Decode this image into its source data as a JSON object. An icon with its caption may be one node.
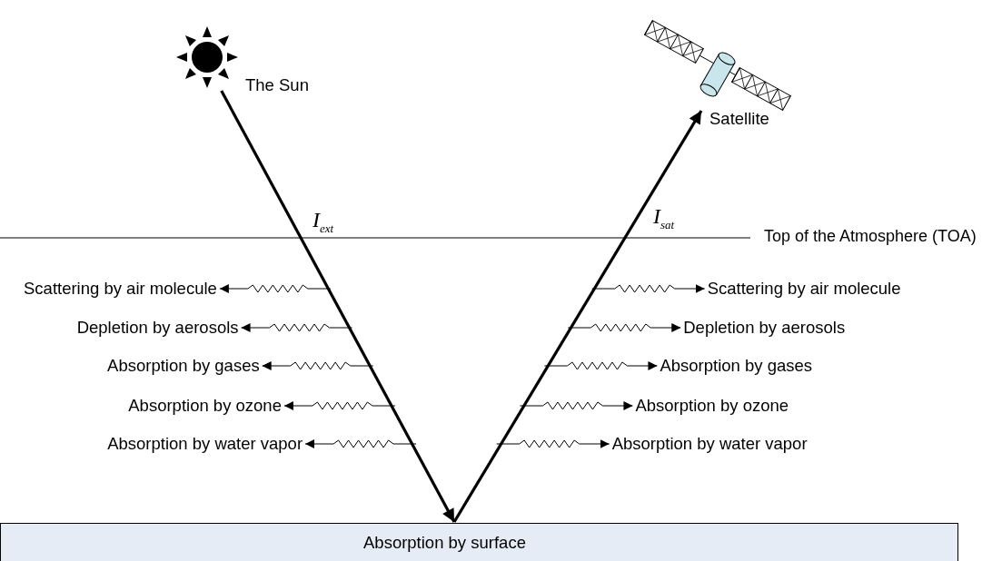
{
  "diagram": {
    "nodes": [
      {
        "text": [],
        "shape": "picture",
        "beside": [
          "The Sun"
        ]
      },
      {
        "text": [],
        "shape": "picture",
        "beside": [
          "Satellite"
        ]
      },
      {
        "text": [
          "Absorption by surface"
        ]
      },
      {
        "text": [
          "Scattering by air molecule"
        ]
      },
      {
        "text": [
          "Depletion by aerosols"
        ]
      },
      {
        "text": [
          "Absorption by gases"
        ]
      },
      {
        "text": [
          "Absorption by ozone"
        ]
      },
      {
        "text": [
          "Absorption by water vapor"
        ]
      },
      {
        "text": [
          "Scattering by air molecule"
        ]
      },
      {
        "text": [
          "Depletion by aerosols"
        ]
      },
      {
        "text": [
          "Absorption by gases"
        ]
      },
      {
        "text": [
          "Absorption by ozone"
        ]
      },
      {
        "text": [
          "Absorption by water vapor"
        ]
      }
    ],
    "edges": [
      {
        "from": 0,
        "to": 2,
        "arrow": "to",
        "label": "I$_{ext}$",
        "style": "thick"
      },
      {
        "from": 2,
        "to": 1,
        "arrow": "to",
        "label": "I$_{sat}$",
        "style": "thick"
      },
      {
        "from": null,
        "to": 3,
        "arrow": "to"
      },
      {
        "from": null,
        "to": 4,
        "arrow": "to"
      },
      {
        "from": null,
        "to": 5,
        "arrow": "to"
      },
      {
        "from": null,
        "to": 6,
        "arrow": "to"
      },
      {
        "from": null,
        "to": 7,
        "arrow": "to"
      },
      {
        "from": null,
        "to": 8,
        "arrow": "to"
      },
      {
        "from": null,
        "to": 9,
        "arrow": "to"
      },
      {
        "from": null,
        "to": 10,
        "arrow": "to"
      },
      {
        "from": null,
        "to": 11,
        "arrow": "to"
      },
      {
        "from": null,
        "to": 12,
        "arrow": "to"
      }
    ],
    "labels": [
      "Top of the Atmosphere (TOA)"
    ]
  }
}
